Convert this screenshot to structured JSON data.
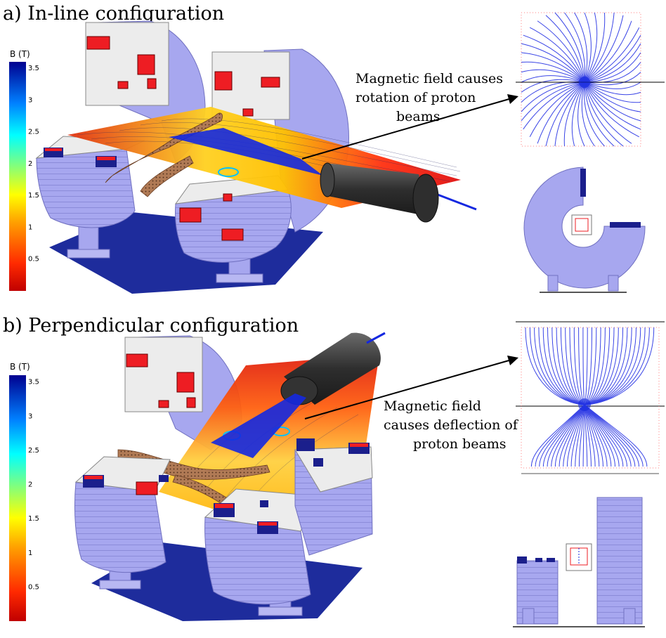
{
  "panels": [
    {
      "id": "a",
      "title": "a) In-line configuration",
      "annotation_lines": [
        "Magnetic field causes",
        "rotation of proton",
        "beams"
      ],
      "colorbar": {
        "title": "B (T)",
        "ticks": [
          "3.5",
          "3",
          "2.5",
          "2",
          "1.5",
          "1",
          "0.5"
        ]
      }
    },
    {
      "id": "b",
      "title": "b) Perpendicular configuration",
      "annotation_lines": [
        "Magnetic field",
        "causes deflection of",
        "proton beams"
      ],
      "colorbar": {
        "title": "B (T)",
        "ticks": [
          "3.5",
          "3",
          "2.5",
          "2",
          "1.5",
          "1",
          "0.5"
        ]
      }
    }
  ],
  "colors": {
    "magnet": "#a7a7ef",
    "magnet_dark": "#8c8ce0",
    "magnet_top": "#ececec",
    "base": "#1e2c9c",
    "coil_red": "#ee1d23",
    "coil_blue": "#1b1f8c",
    "beam": "#1428e0",
    "nozzle": "#3e3e3e",
    "patient": "#b07a55",
    "field_line": "#3a45e6"
  }
}
